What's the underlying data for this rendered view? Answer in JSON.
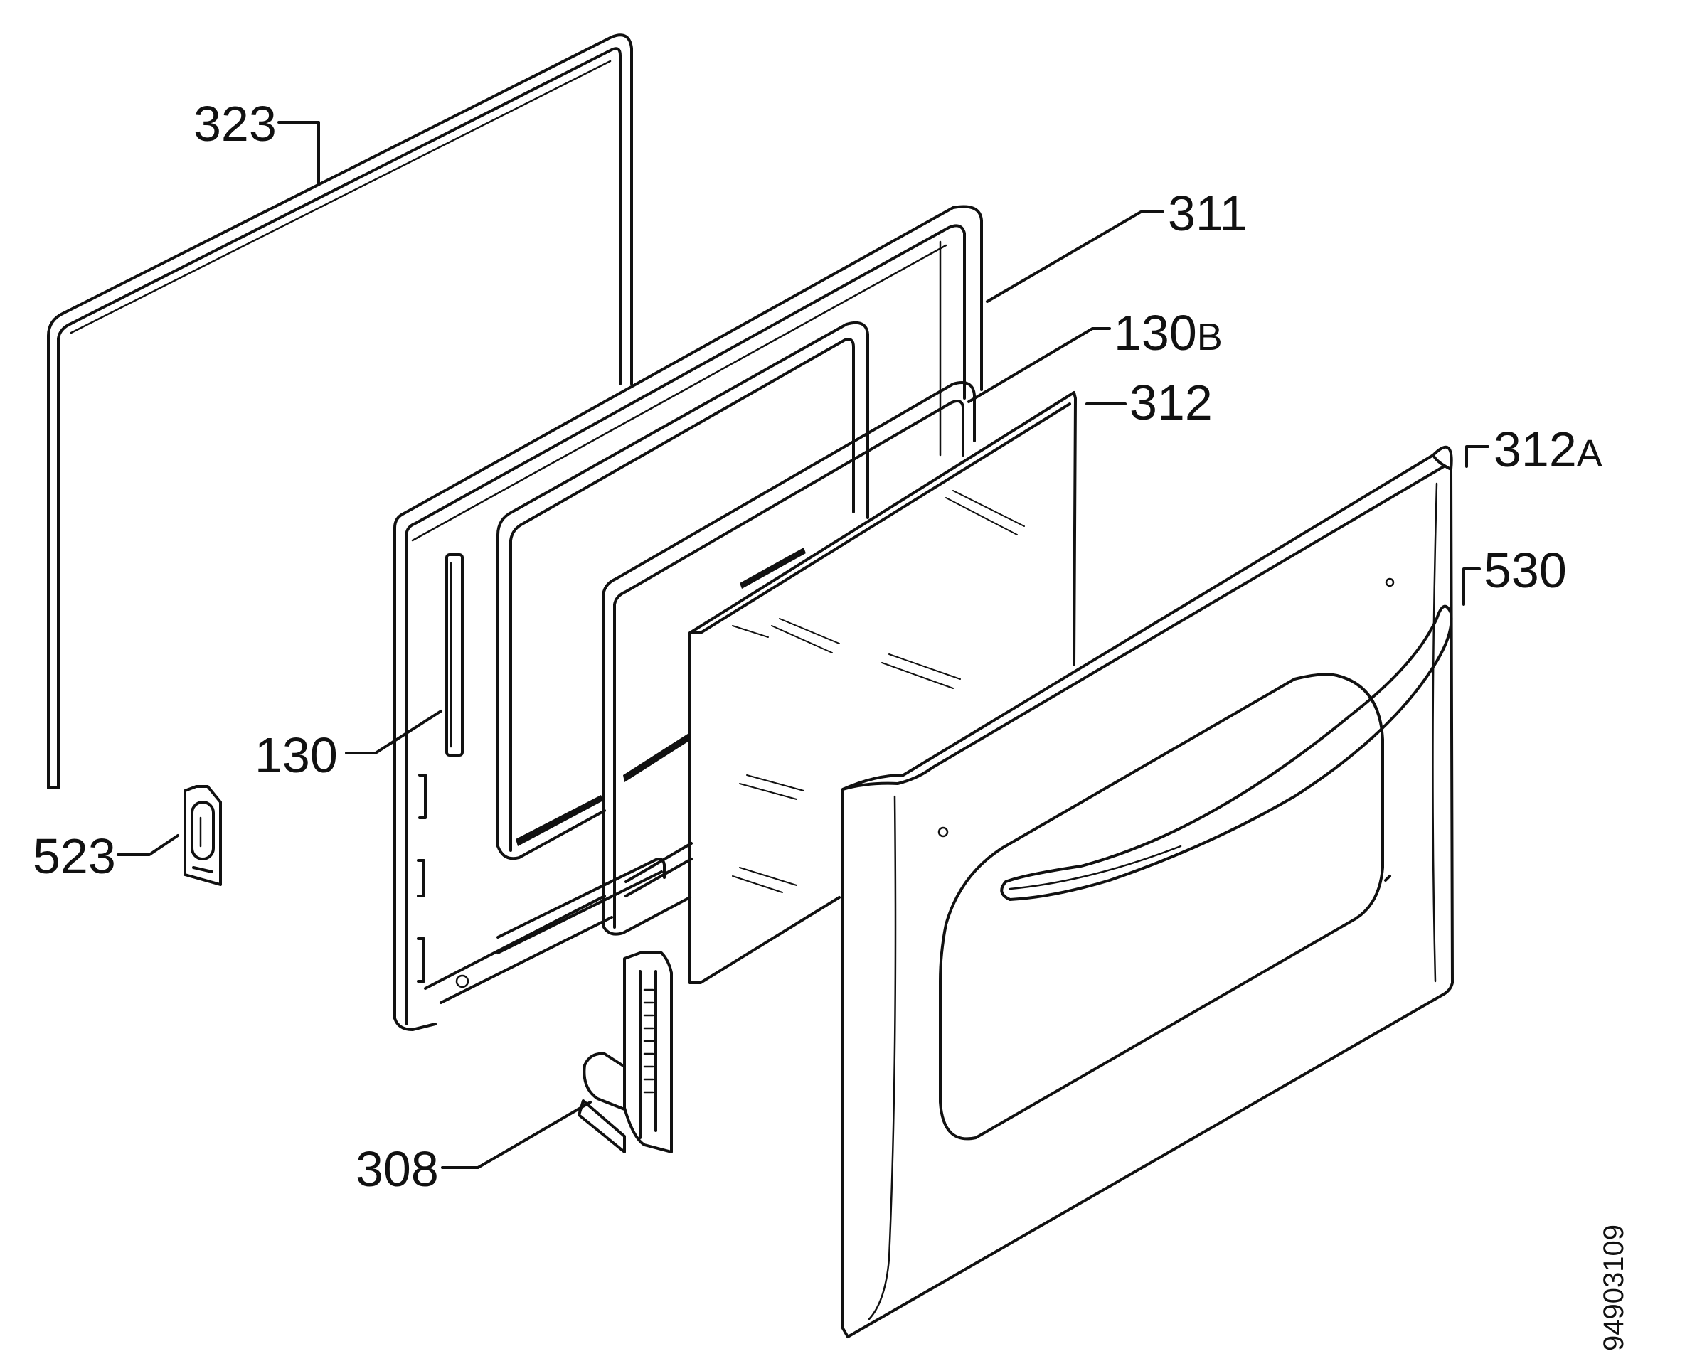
{
  "diagram": {
    "document_number": "94903109",
    "callouts": [
      {
        "id": "323",
        "number": "323",
        "suffix": ""
      },
      {
        "id": "311",
        "number": "311",
        "suffix": ""
      },
      {
        "id": "130B",
        "number": "130",
        "suffix": "B"
      },
      {
        "id": "312",
        "number": "312",
        "suffix": ""
      },
      {
        "id": "312A",
        "number": "312",
        "suffix": "A"
      },
      {
        "id": "530",
        "number": "530",
        "suffix": ""
      },
      {
        "id": "130",
        "number": "130",
        "suffix": ""
      },
      {
        "id": "523",
        "number": "523",
        "suffix": ""
      },
      {
        "id": "308",
        "number": "308",
        "suffix": ""
      }
    ]
  }
}
